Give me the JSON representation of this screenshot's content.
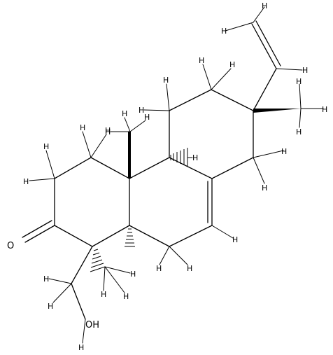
{
  "figure": {
    "type": "chemical-structure",
    "atoms": {
      "O_keto": "O",
      "O_hydroxyl": "OH",
      "H": "H"
    }
  }
}
